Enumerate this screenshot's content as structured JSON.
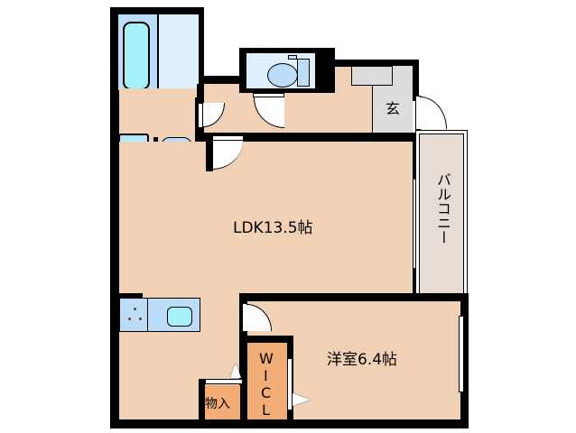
{
  "floorplan": {
    "rooms": {
      "ldk": {
        "label": "LDK13.5帖"
      },
      "western_room": {
        "label": "洋室6.4帖"
      },
      "entrance": {
        "label": "玄"
      },
      "balcony": {
        "label": "バルコニー"
      },
      "walk_in_closet": {
        "label": "WICL",
        "chars": [
          "W",
          "I",
          "C",
          "L"
        ]
      },
      "storage": {
        "label": "物入"
      },
      "bathroom": {
        "label": ""
      },
      "toilet": {
        "label": ""
      },
      "washroom": {
        "label": ""
      }
    },
    "colors": {
      "floor": "#f1d1b5",
      "wall": "#000000",
      "bath_outer": "#bcdcf7",
      "bath_inner": "#a6f0f7",
      "bath_side": "#dff0fc",
      "entrance": "#dcdcdc",
      "balcony": "#e6dcd4",
      "closet": "#f2ad77"
    }
  }
}
